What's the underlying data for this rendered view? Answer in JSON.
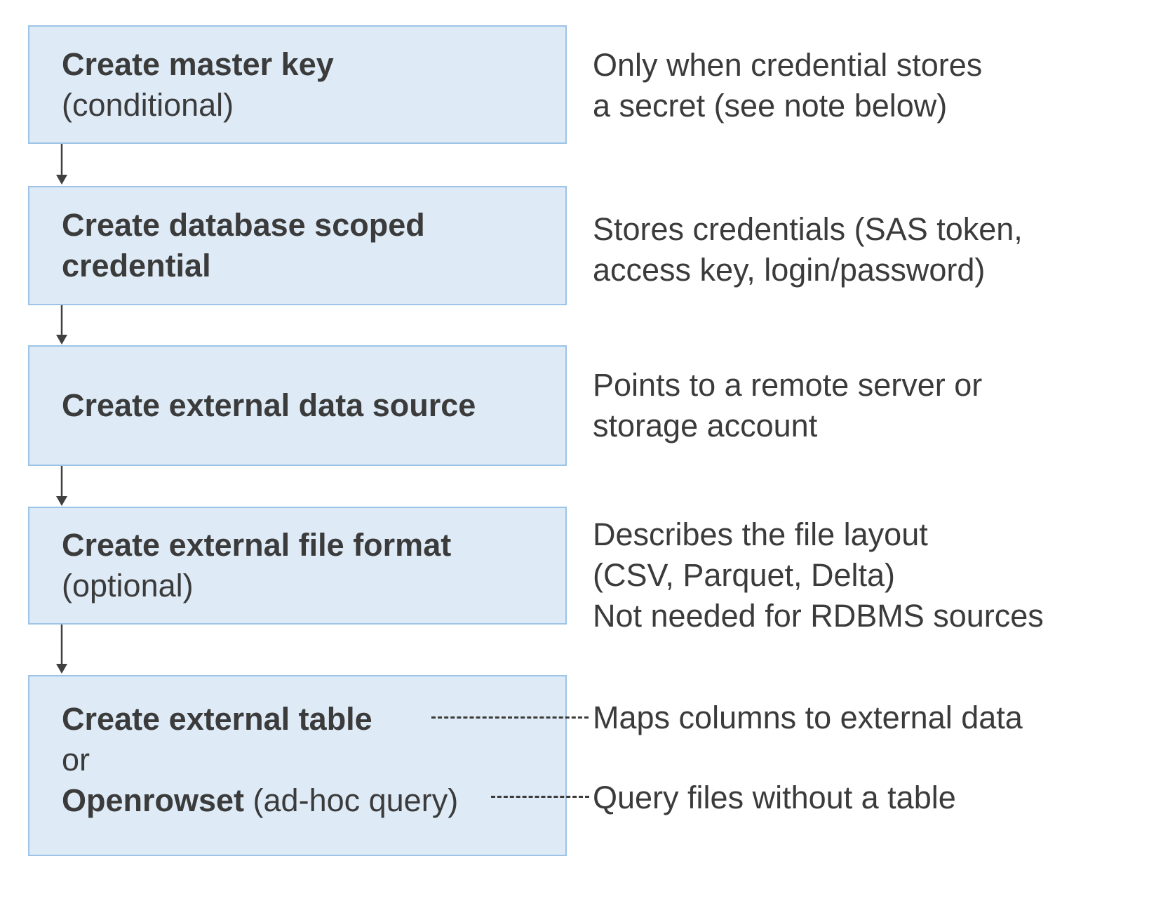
{
  "colors": {
    "box_fill": "#DEEBF7",
    "box_border": "#9DC3E6",
    "text": "#3B3B3B",
    "arrow": "#404040"
  },
  "steps": [
    {
      "title": "Create master key",
      "subtitle": "(conditional)",
      "note": "Only when credential stores\na secret (see note below)"
    },
    {
      "title": "Create database scoped\ncredential",
      "note": "Stores credentials (SAS token,\naccess key, login/password)"
    },
    {
      "title": "Create external data source",
      "note": "Points to a remote server or\nstorage account"
    },
    {
      "title": "Create external file format",
      "subtitle": "(optional)",
      "note": "Describes the file layout\n(CSV, Parquet, Delta)\nNot needed for RDBMS sources"
    }
  ],
  "final_step": {
    "option1": "Create external table",
    "separator": "or",
    "option2_bold": "Openrowset",
    "option2_rest": " (ad-hoc query)",
    "note_option1": "Maps columns to external data",
    "note_option2": "Query files without a table"
  }
}
